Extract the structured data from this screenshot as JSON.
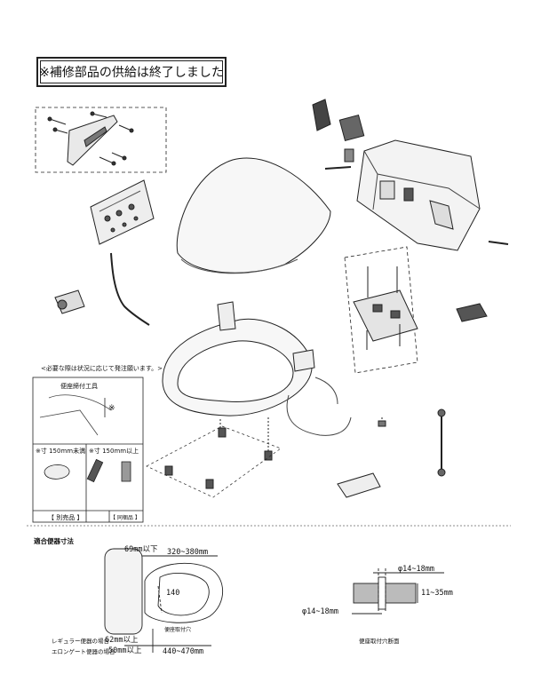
{
  "notice": "※補修部品の供給は終了しました",
  "tool_box": {
    "note": "<必要な際は状況に応じて発注願います。>",
    "title": "便座締付工具",
    "mark": "※",
    "left_label": "※寸 150mm未満",
    "right_label": "※寸 150mm以上",
    "footer_left": "【 別売品 】",
    "footer_right": "【 同梱品 】"
  },
  "dims_section": {
    "title": "適合便器寸法",
    "d_69": "69mm以下",
    "d_320": "320~380mm",
    "d_140": "140",
    "hole_label": "便座取付穴",
    "regular": "レギュラー便器の場合",
    "regular_val": "62mm以上",
    "elongated": "エロンゲート便器の場合",
    "elongated_val": "50mm以上",
    "d_440": "440~470mm"
  },
  "section_view": {
    "d_top": "φ14~18mm",
    "d_thick": "11~35mm",
    "d_bottom": "φ14~18mm",
    "caption": "便座取付穴断面"
  }
}
